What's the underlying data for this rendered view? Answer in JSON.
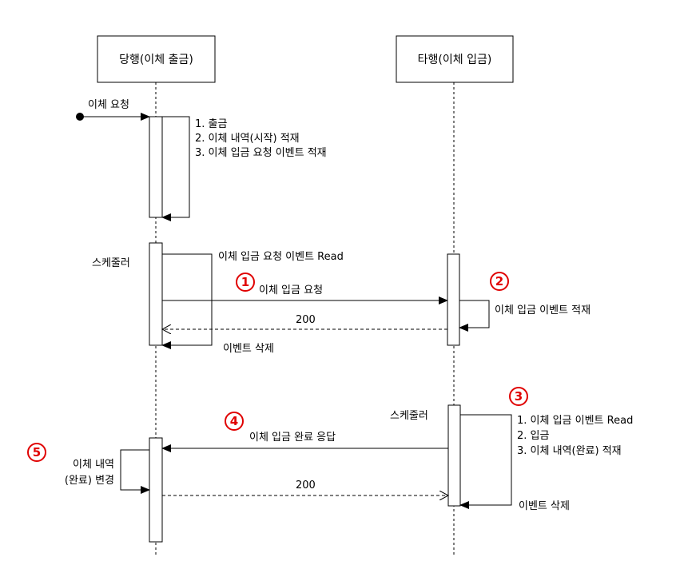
{
  "participants": {
    "left": "당행(이체 출금)",
    "right": "타행(이체 입금)"
  },
  "step_badges": [
    "1",
    "2",
    "3",
    "4",
    "5"
  ],
  "phase1": {
    "incoming_call": "이체 요청",
    "self_notes": [
      "1. 출금",
      "2. 이체 내역(시작) 적재",
      "3. 이체 입금 요청 이벤트 적재"
    ]
  },
  "phase2": {
    "actor_label": "스케줄러",
    "read_event": "이체 입금 요청 이벤트 Read",
    "request_message": "이체 입금 요청",
    "response_code": "200",
    "receiver_self_note": "이체 입금 이벤트 적재",
    "delete_event": "이벤트 삭제"
  },
  "phase3": {
    "actor_label": "스케줄러",
    "self_notes": [
      "1. 이체 입금 이벤트 Read",
      "2. 입금",
      "3. 이체 내역(완료) 적재"
    ],
    "response_message": "이체 입금 완료 응답",
    "response_code": "200",
    "delete_event": "이벤트 삭제",
    "sender_self_note": [
      "이체 내역",
      "(완료) 변경"
    ]
  },
  "colors": {
    "line": "#000000",
    "badge": "#e00000",
    "activation_fill": "#ffffff"
  }
}
